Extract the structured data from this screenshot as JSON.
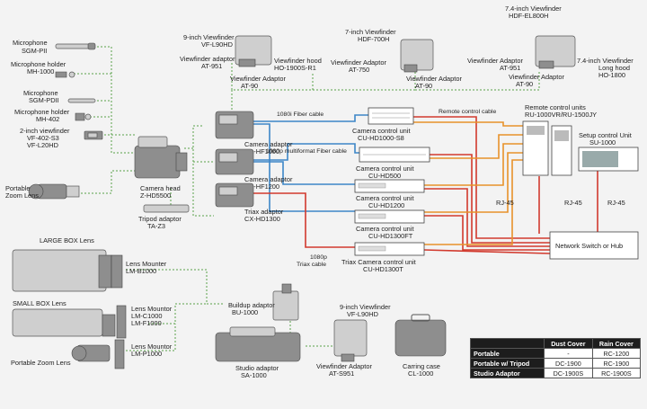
{
  "labels": {
    "microphone_1": "Microphone",
    "microphone_1_model": "SGM-PII",
    "mic_holder_1": "Microphone holder",
    "mic_holder_1_model": "MH-1000",
    "microphone_2": "Microphone",
    "microphone_2_model": "SGM-PDII",
    "mic_holder_2": "Microphone holder",
    "mic_holder_2_model": "MH-402",
    "viewfinder_2inch": "2-inch viewfinder",
    "viewfinder_2inch_model_1": "VF-402-S3",
    "viewfinder_2inch_model_2": "VF-L20HD",
    "portable_zoom_lens_1": "Portable",
    "portable_zoom_lens_1b": "Zoom Lens",
    "camera_head": "Camera head",
    "camera_head_model": "Z-HD5500",
    "tripod_adaptor": "Tripod adaptor",
    "tripod_adaptor_model": "TA-Z3",
    "vf9_title": "9-inch Viewfinder",
    "vf9_model": "VF-L90HD",
    "vf_adaptor_1": "Viewfinder adaptor",
    "vf_adaptor_1_model": "AT-951",
    "vf_hood": "Viewfinder hood",
    "vf_hood_model": "HO-1900S-R1",
    "vf_adaptor_2": "Viewfinder Adaptor",
    "vf_adaptor_2_model": "AT-90",
    "vf7_title": "7-inch Viewfinder",
    "vf7_model": "HDF-700H",
    "vf_adaptor_3": "Viewfinder Adaptor",
    "vf_adaptor_3_model": "AT-750",
    "vf_adaptor_4": "Viewfinder Adaptor",
    "vf_adaptor_4_model": "AT-90",
    "vf74_title": "7.4-inch Viewfinder",
    "vf74_model": "HDF-EL800H",
    "vf_adaptor_5": "Viewfinder Adaptor",
    "vf_adaptor_5_model": "AT-951",
    "vf74_right": "7.4-inch Viewfinder",
    "long_hood": "Long hood",
    "long_hood_model": "HO-1800",
    "vf_adaptor_6": "Viewfinder Adaptor",
    "vf_adaptor_6_model": "AT-90",
    "cam_adaptor_1": "Camera adaptor",
    "cam_adaptor_1_model": "CA-HF1000",
    "cam_adaptor_2": "Camera adaptor",
    "cam_adaptor_2_model": "CA-HF1200",
    "triax_adaptor": "Triax adaptor",
    "triax_adaptor_model": "CX-HD1300",
    "ccu_1": "Camera control unit",
    "ccu_1_model": "CU-HD1000-S8",
    "ccu_2": "Camera control unit",
    "ccu_2_model": "CU-HD500",
    "ccu_3": "Camera control unit",
    "ccu_3_model": "CU-HD1200",
    "ccu_4": "Camera control unit",
    "ccu_4_model": "CU-HD1300FT",
    "ccu_5": "Triax Camera control unit",
    "ccu_5_model": "CU-HD1300T",
    "rcu": "Remote control units",
    "rcu_model": "RU-1000VR/RU-1500JY",
    "setup": "Setup control Unit",
    "setup_model": "SU-1000",
    "network": "Network Switch or Hub",
    "rj45_1": "RJ-45",
    "rj45_2": "RJ-45",
    "rj45_3": "RJ-45",
    "cable_fiber": "1080i Fiber cable",
    "cable_multifiber": "1080p multiformat Fiber cable",
    "cable_triax_1": "1080p",
    "cable_triax_2": "Triax cable",
    "cable_remote": "Remote control cable",
    "large_box": "LARGE BOX Lens",
    "lens_mounter_1": "Lens Mounter",
    "lens_mounter_1_model": "LM-B1000",
    "small_box": "SMALL BOX Lens",
    "lens_mountor_2": "Lens Mountor",
    "lens_mountor_2_model_1": "LM-C1000",
    "lens_mountor_2_model_2": "LM-F1000",
    "lens_mountor_3": "Lens Mountor",
    "lens_mountor_3_model": "LM-P1000",
    "portable_zoom_lens_2": "Portable Zoom Lens",
    "buildup_adaptor": "Buildup adaptor",
    "buildup_adaptor_model": "BU-1000",
    "studio_adaptor": "Studio adaptor",
    "studio_adaptor_model": "SA-1000",
    "vf9b_title": "9-inch Viewfinder",
    "vf9b_model": "VF-L90HD",
    "vf_adaptor_7": "Viewfinder Adaptor",
    "vf_adaptor_7_model": "AT-S951",
    "carring_case": "Carring case",
    "carring_case_model": "CL-1000"
  },
  "table": {
    "headers": [
      "",
      "Dust Cover",
      "Rain Cover"
    ],
    "rows": [
      {
        "name": "Portable",
        "dust": "-",
        "rain": "RC-1200"
      },
      {
        "name": "Portable w/ Tripod",
        "dust": "DC-1900",
        "rain": "RC-1900"
      },
      {
        "name": "Studio Adaptor",
        "dust": "DC-1900S",
        "rain": "RC-1900S"
      }
    ]
  },
  "colors": {
    "fiber_cable": "#3d86c8",
    "triax_cable": "#d23a2e",
    "remote_cable": "#e8922a",
    "accessory_link": "#5aa04a"
  }
}
